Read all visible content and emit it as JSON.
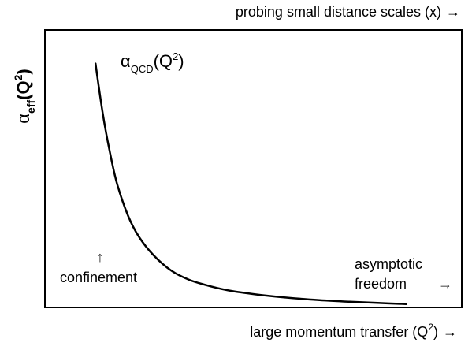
{
  "chart_data": {
    "type": "line",
    "title": "",
    "top_axis_label": "probing small distance scales (x)",
    "top_axis_arrow": "→",
    "xlabel": {
      "text": "large momentum transfer (Q",
      "sup": "2",
      "close": ")",
      "arrow": "→"
    },
    "ylabel": {
      "symbol": "α",
      "sub": "eff",
      "open": "(Q",
      "sup": "2",
      "close": ")"
    },
    "xlim": [
      0,
      1
    ],
    "ylim": [
      0,
      1
    ],
    "xscale": "unscaled",
    "yscale": "unscaled",
    "grid": false,
    "series": [
      {
        "name": {
          "symbol": "α",
          "sub": "QCD",
          "open": "(Q",
          "sup": "2",
          "close": ")"
        },
        "x": [
          0.14,
          0.16,
          0.18,
          0.2,
          0.23,
          0.26,
          0.3,
          0.35,
          0.4,
          0.46,
          0.52,
          0.6,
          0.68,
          0.76,
          0.84,
          0.92,
          1.0
        ],
        "y": [
          0.93,
          0.74,
          0.59,
          0.47,
          0.35,
          0.27,
          0.2,
          0.14,
          0.105,
          0.08,
          0.062,
          0.047,
          0.036,
          0.028,
          0.022,
          0.017,
          0.013
        ],
        "color": "#000000"
      }
    ],
    "annotations": {
      "confinement": {
        "arrow": "↑",
        "text": "confinement"
      },
      "asymptotic_freedom": {
        "line1": "asymptotic",
        "line2": "freedom",
        "arrow": "→"
      }
    }
  }
}
